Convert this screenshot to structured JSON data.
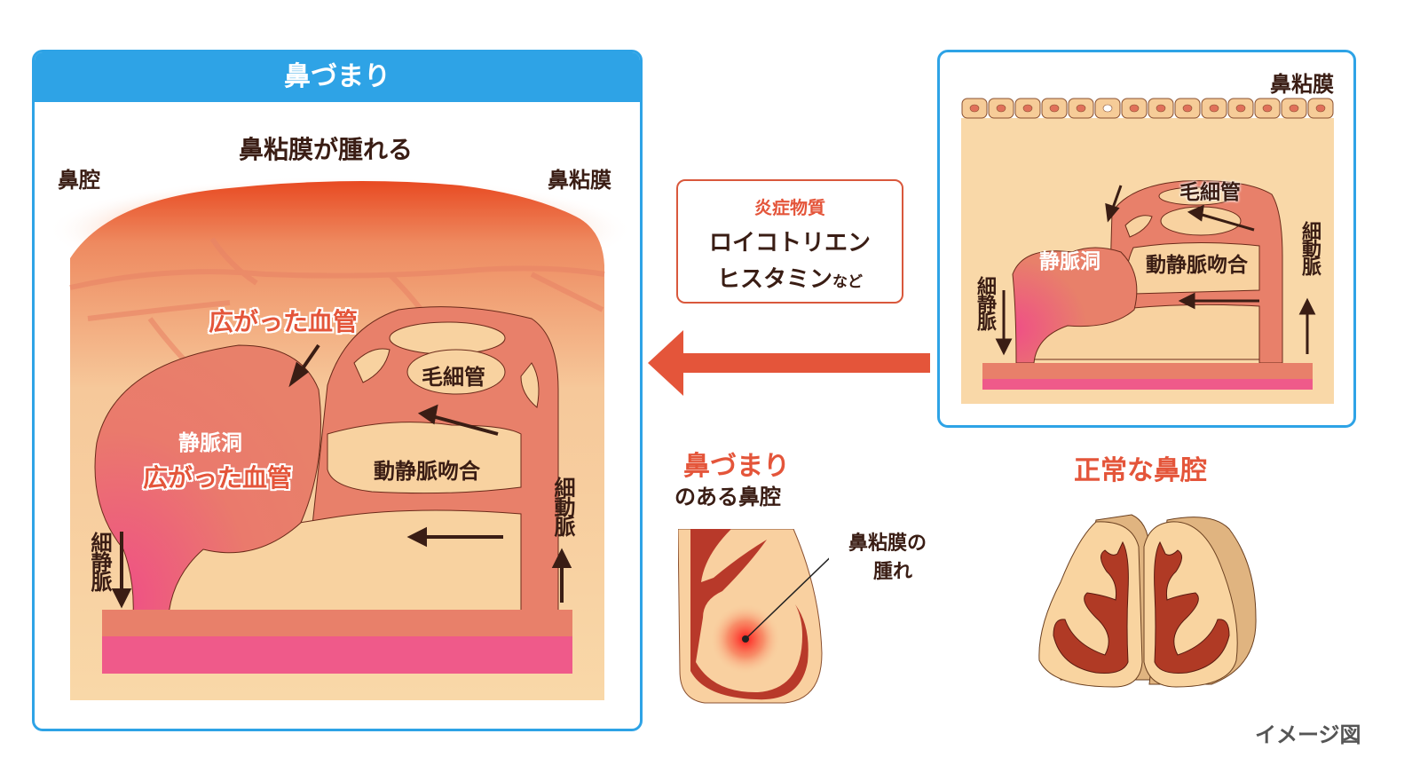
{
  "colors": {
    "panel_border": "#2ea3e6",
    "accent_orange": "#e4553a",
    "text_dark": "#3a1d14",
    "tissue": "#f9d8a8",
    "vessel": "#e8806a",
    "vein_pink": "#ef5a8a",
    "inflammation_red": "#e8361a",
    "turbinate_dark": "#b8392a"
  },
  "left_panel": {
    "title": "鼻づまり",
    "swelling_label": "鼻粘膜が腫れる",
    "nasal_cavity_label": "鼻腔",
    "nasal_mucosa_label": "鼻粘膜",
    "dilated_vessel_label_top": "広がった血管",
    "capillary_label": "毛細管",
    "venous_sinus_label": "静脈洞",
    "dilated_vessel_label_sinus": "広がった血管",
    "av_anastomosis_label": "動静脈吻合",
    "venule_label": "細静脈",
    "arteriole_label": "細動脈"
  },
  "mediator_box": {
    "heading": "炎症物質",
    "line1": "ロイコトリエン",
    "line2_main": "ヒスタミン",
    "line2_suffix": "など"
  },
  "arrow": {
    "direction": "left",
    "meaning": "inflammatory mediators lead from normal state to congestion"
  },
  "right_panel": {
    "nasal_mucosa_label": "鼻粘膜",
    "epithelial_cell_count": 14,
    "goblet_cell_index": 6,
    "capillary_label": "毛細管",
    "venous_sinus_label": "静脈洞",
    "av_anastomosis_label": "動静脈吻合",
    "venule_label": "細静脈",
    "arteriole_label": "細動脈"
  },
  "congested_cavity": {
    "title_line1": "鼻づまり",
    "title_line2": "のある鼻腔",
    "callout_line1": "鼻粘膜の",
    "callout_line2": "腫れ"
  },
  "normal_cavity": {
    "title": "正常な鼻腔"
  },
  "footer": {
    "image_note": "イメージ図"
  }
}
